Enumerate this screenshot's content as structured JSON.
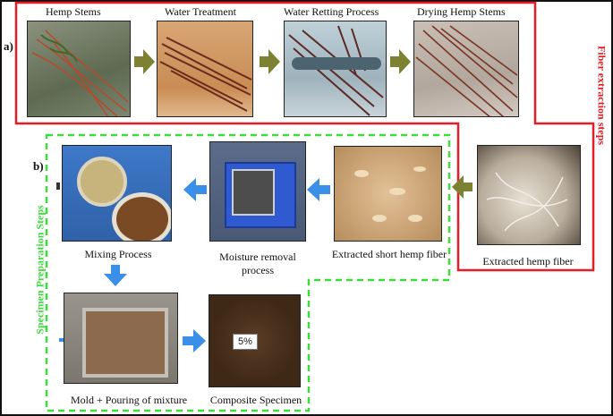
{
  "section_a": {
    "marker": "a)",
    "side_label": "Fiber extraction steps",
    "steps": [
      "Hemp Stems",
      "Water Treatment",
      "Water Retting Process",
      "Drying Hemp Stems"
    ],
    "extracted_fiber": "Extracted hemp fiber"
  },
  "section_b": {
    "marker": "b)",
    "side_label": "Specimen Preparation Steps",
    "short_fiber": "Extracted short hemp fiber",
    "moisture": "Moisture removal process",
    "mixing": "Mixing Process",
    "mold": "Mold + Pouring of mixture",
    "composite": "Composite Specimen",
    "composite_badge": "5%"
  },
  "colors": {
    "red_outline": "#e41e26",
    "green_dash": "#3ddc3d",
    "olive_arrow": "#7c8232",
    "blue_arrow": "#3a8fe8"
  }
}
